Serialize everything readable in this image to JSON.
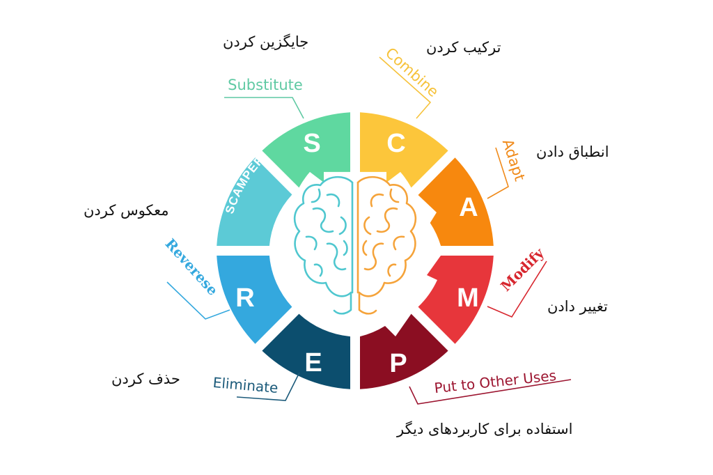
{
  "diagram": {
    "center_label": "SCAMPER",
    "segments": [
      {
        "id": "S",
        "letter": "S",
        "word": "Substitute",
        "persian": "جایگزین کردن",
        "color": "#5fd8a0",
        "word_color": "#5fc9a3"
      },
      {
        "id": "C",
        "letter": "C",
        "word": "Combine",
        "persian": "ترکیب کردن",
        "color": "#fcc63b",
        "word_color": "#f6c23a"
      },
      {
        "id": "A",
        "letter": "A",
        "word": "Adapt",
        "persian": "انطباق دادن",
        "color": "#f7880e",
        "word_color": "#f08a1a"
      },
      {
        "id": "M",
        "letter": "M",
        "word": "Modify",
        "persian": "تغییر دادن",
        "color": "#e7363b",
        "word_color": "#d7262e"
      },
      {
        "id": "P",
        "letter": "P",
        "word": "Put to Other Uses",
        "persian": "استفاده برای کاربردهای دیگر",
        "color": "#8b0e22",
        "word_color": "#9c1530"
      },
      {
        "id": "E",
        "letter": "E",
        "word": "Eliminate",
        "persian": "حذف کردن",
        "color": "#0c4e6e",
        "word_color": "#1b5a7a"
      },
      {
        "id": "R",
        "letter": "R",
        "word": "Reverese",
        "persian": "معکوس کردن",
        "color": "#34a8de",
        "word_color": "#34a8de"
      }
    ],
    "brain_left_color": "#4fc7cf",
    "brain_right_color": "#f5a33a"
  }
}
